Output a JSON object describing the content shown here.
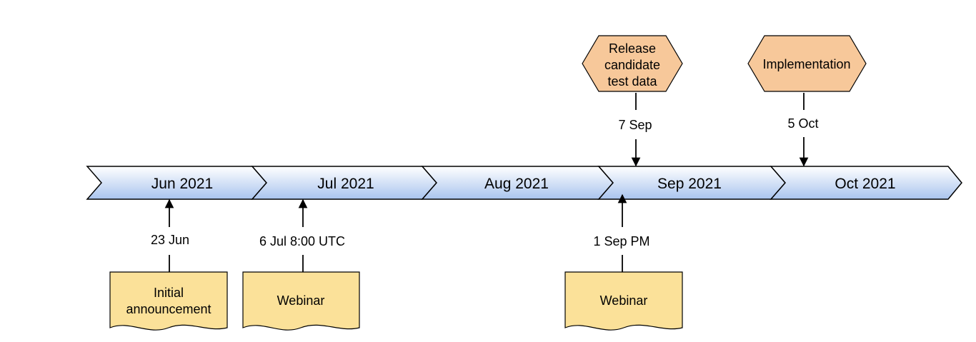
{
  "timeline": {
    "months": [
      "Jun 2021",
      "Jul 2021",
      "Aug 2021",
      "Sep 2021",
      "Oct 2021"
    ]
  },
  "milestones_above": [
    {
      "date": "7 Sep",
      "lines": [
        "Release",
        "candidate",
        "test data"
      ]
    },
    {
      "date": "5 Oct",
      "lines": [
        "Implementation"
      ]
    }
  ],
  "events_below": [
    {
      "date": "23 Jun",
      "lines": [
        "Initial",
        "announcement"
      ]
    },
    {
      "date": "6 Jul 8:00 UTC",
      "lines": [
        "Webinar"
      ]
    },
    {
      "date": "1 Sep PM",
      "lines": [
        "Webinar"
      ]
    }
  ],
  "colors": {
    "chevron_top": "#ffffff",
    "chevron_bottom": "#a9c4ee",
    "milestone_fill": "#f7c89a",
    "event_fill": "#fbe199",
    "stroke": "#000000"
  }
}
